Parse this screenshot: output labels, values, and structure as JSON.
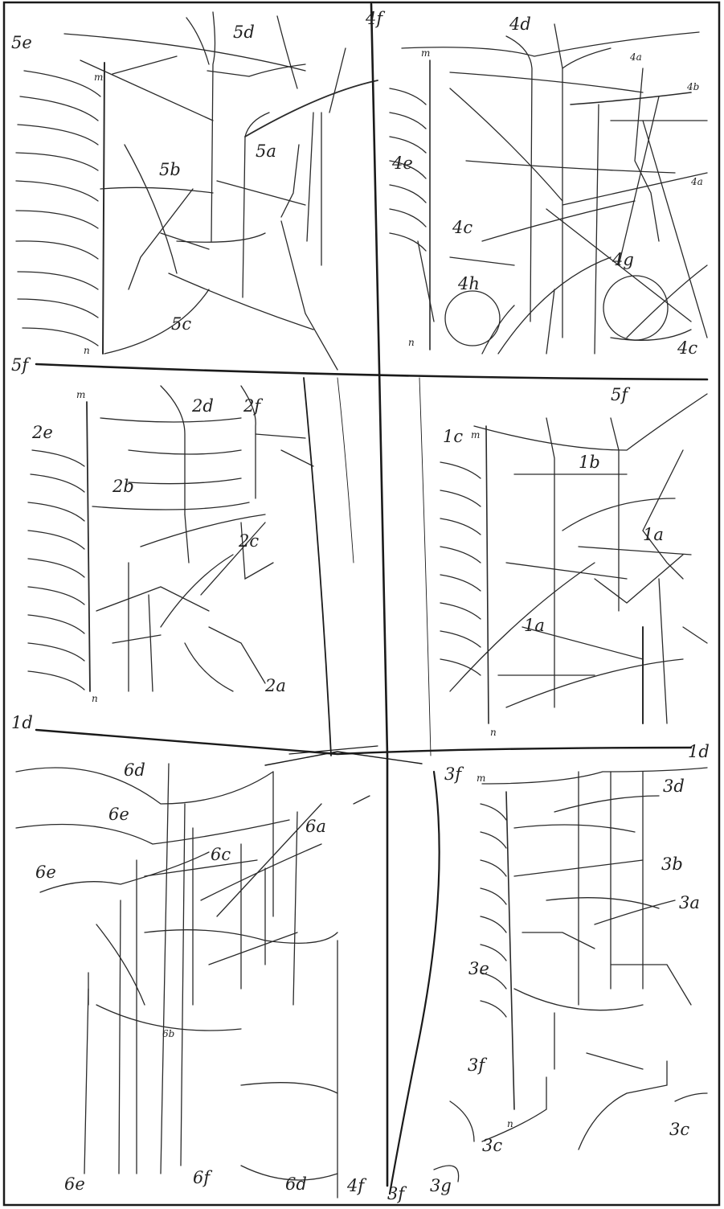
{
  "plate": {
    "border_color": "#1a1a1a",
    "ink_color": "#2a2a2a",
    "labels": {
      "p5_5e": "5e",
      "p5_5d": "5d",
      "p5_5a": "5a",
      "p5_5b": "5b",
      "p5_5c": "5c",
      "p5_m": "m",
      "p5_n": "n",
      "p4_4f": "4f",
      "p4_4d": "4d",
      "p4_4a": "4a",
      "p4_4b": "4b",
      "p4_4a2": "4a",
      "p4_4e": "4e",
      "p4_4c": "4c",
      "p4_4g": "4g",
      "p4_4h": "4h",
      "p4_4c2": "4c",
      "p4_m": "m",
      "p4_n": "n",
      "d_5f_left": "5f",
      "d_5f_right": "5f",
      "p2_2e": "2e",
      "p2_2d": "2d",
      "p2_2f": "2f",
      "p2_2b": "2b",
      "p2_2c": "2c",
      "p2_2a": "2a",
      "p2_m": "m",
      "p2_n": "n",
      "p1_1c": "1c",
      "p1_1b": "1b",
      "p1_1a": "1a",
      "p1_1a2": "1a",
      "p1_m": "m",
      "p1_n": "n",
      "d_1d_left": "1d",
      "d_1d_right": "1d",
      "p6_6d": "6d",
      "p6_6e": "6e",
      "p6_6a": "6a",
      "p6_6c": "6c",
      "p6_6e2": "6e",
      "p6_6b": "6b",
      "p6_6e3": "6e",
      "p6_6f": "6f",
      "p6_6d2": "6d",
      "c_4f_bottom": "4f",
      "c_3f_bottom": "3f",
      "p3_3f": "3f",
      "p3_3d": "3d",
      "p3_m": "m",
      "p3_3b": "3b",
      "p3_3a": "3a",
      "p3_3e": "3e",
      "p3_3f2": "3f",
      "p3_n": "n",
      "p3_3c": "3c",
      "p3_3g": "3g",
      "p3_3c2": "3c"
    }
  }
}
